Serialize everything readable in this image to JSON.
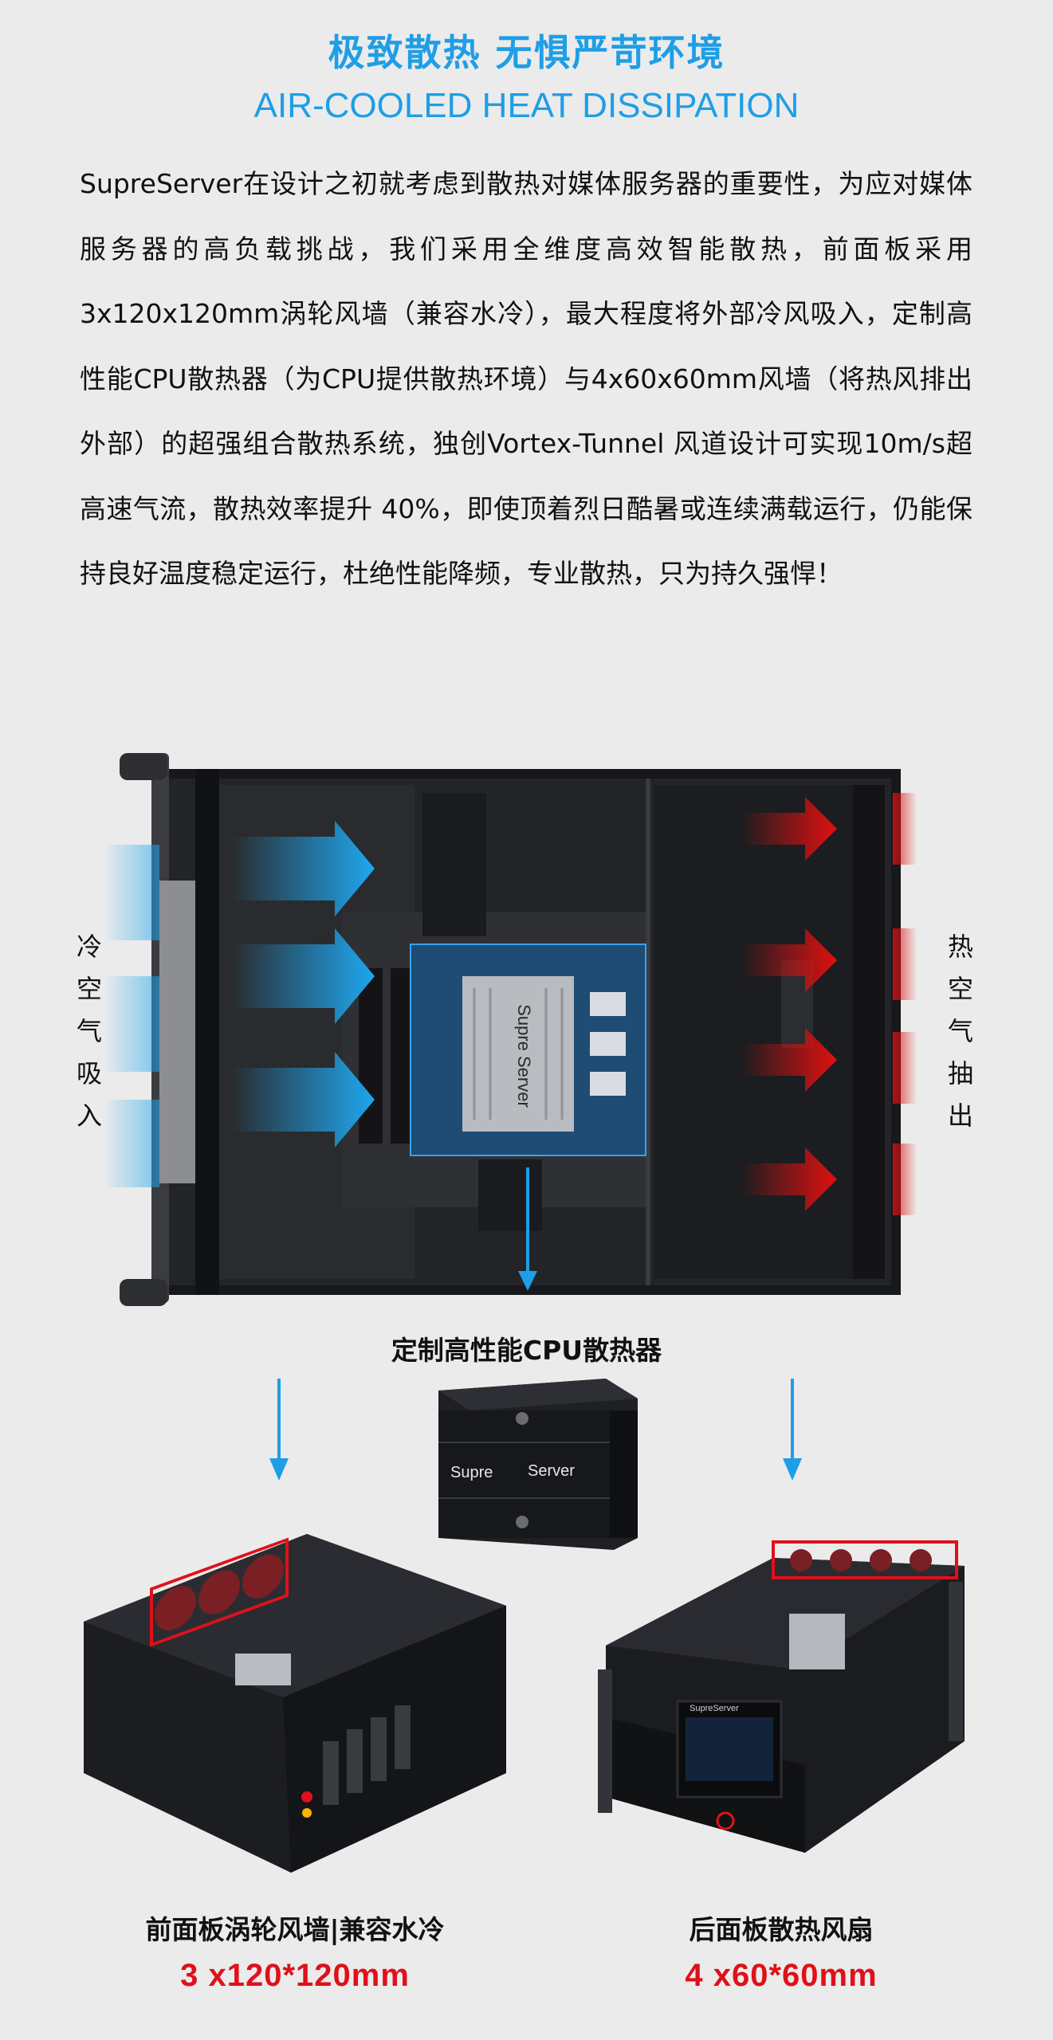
{
  "header": {
    "title_cn": "极致散热 无惧严苛环境",
    "title_en": "AIR-COOLED HEAT DISSIPATION"
  },
  "intro": {
    "text": "SupreServer在设计之初就考虑到散热对媒体服务器的重要性，为应对媒体服务器的高负载挑战，我们采用全维度高效智能散热，前面板采用3x120x120mm涡轮风墙（兼容水冷），最大程度将外部冷风吸入，定制高性能CPU散热器（为CPU提供散热环境）与4x60x60mm风墙（将热风排出外部）的超强组合散热系统，独创Vortex-Tunnel 风道设计可实现10m/s超高速气流，散热效率提升 40%，即使顶着烈日酷暑或连续满载运行，仍能保持良好温度稳定运行，杜绝性能降频，专业散热，只为持久强悍！"
  },
  "diagram": {
    "left_label": [
      "冷",
      "空",
      "气",
      "吸",
      "入"
    ],
    "right_label": [
      "热",
      "空",
      "气",
      "抽",
      "出"
    ],
    "board_brand": "Supre Server"
  },
  "cooler": {
    "title": "定制高性能CPU散热器",
    "brand_left": "Supre",
    "brand_right": "Server"
  },
  "front_panel": {
    "label": "前面板涡轮风墙|兼容水冷",
    "spec": "3 x120*120mm"
  },
  "rear_panel": {
    "label": "后面板散热风扇",
    "spec": "4 x60*60mm",
    "screen_brand": "SupreServer"
  },
  "colors": {
    "accent_blue": "#1e9ee6",
    "accent_red": "#e0101a",
    "chassis_dark": "#1b1c1f",
    "board_blue": "#1f4e78"
  }
}
